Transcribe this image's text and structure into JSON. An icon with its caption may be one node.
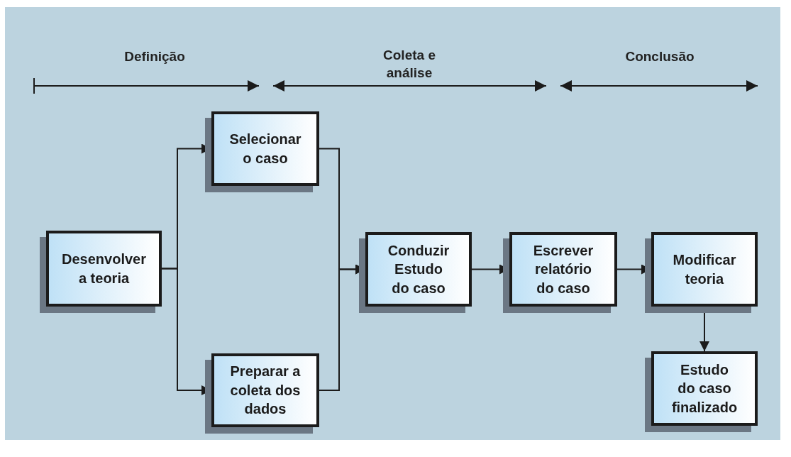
{
  "diagram": {
    "nodes": [
      {
        "text": [
          "Desenvolver a teoria"
        ]
      },
      {
        "text": [
          "Selecionar o caso"
        ]
      },
      {
        "text": [
          "Preparar a coleta dos dados"
        ]
      },
      {
        "text": [
          "Conduzir Estudo do caso"
        ]
      },
      {
        "text": [
          "Escrever relatório do caso"
        ]
      },
      {
        "text": [
          "Modificar teoria"
        ]
      },
      {
        "text": [
          "Estudo do caso finalizado"
        ]
      }
    ],
    "edges": [
      {
        "from": 0,
        "to": 1,
        "arrow": "to"
      },
      {
        "from": 0,
        "to": 2,
        "arrow": "to"
      },
      {
        "from": 1,
        "to": 3,
        "arrow": "to"
      },
      {
        "from": 2,
        "to": 3,
        "arrow": "to"
      },
      {
        "from": 3,
        "to": 4,
        "arrow": "to"
      },
      {
        "from": 4,
        "to": 5,
        "arrow": "to"
      },
      {
        "from": 5,
        "to": 6,
        "arrow": "to"
      }
    ],
    "labels": [
      "Definição",
      "Coleta e análise",
      "Conclusão"
    ]
  }
}
